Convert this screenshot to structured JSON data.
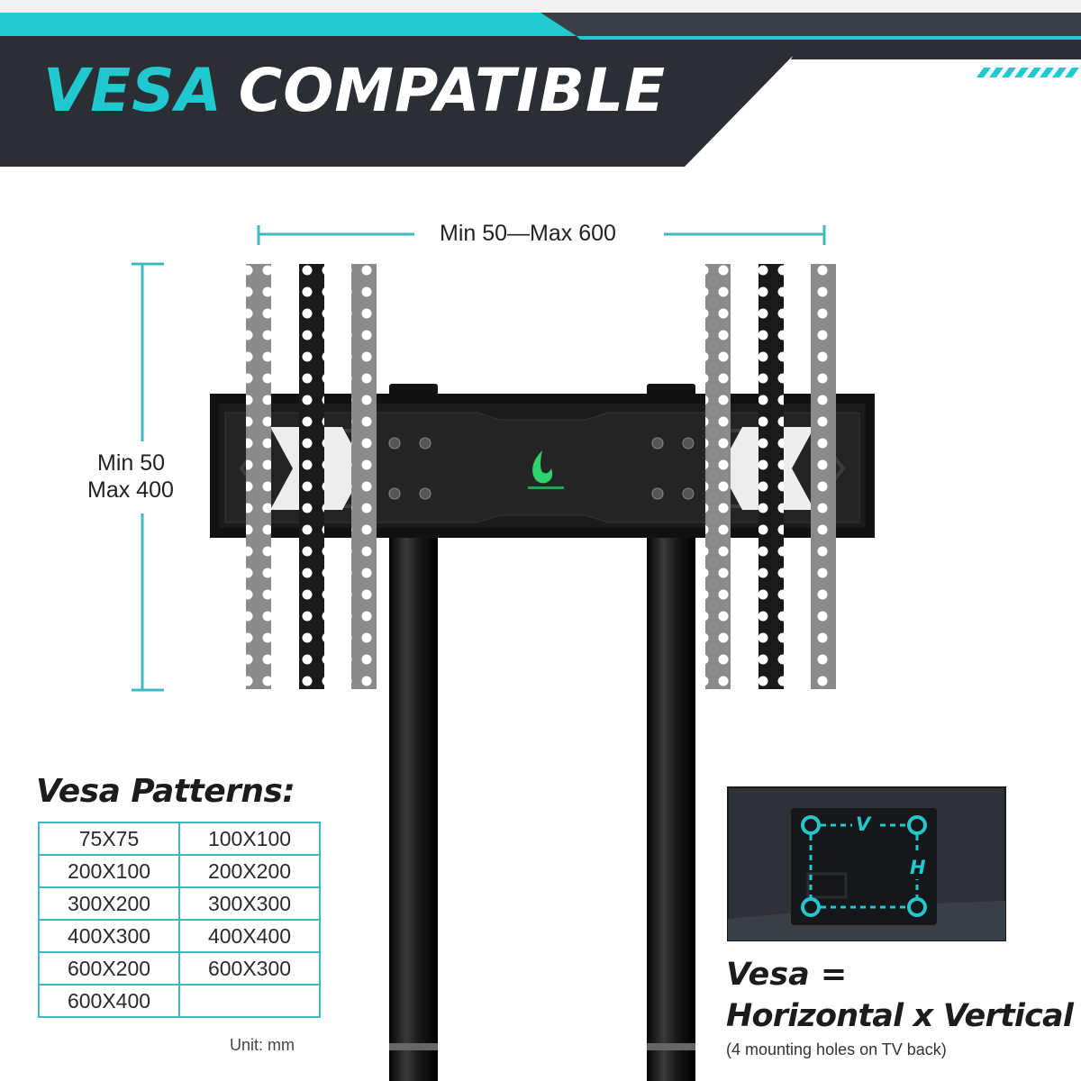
{
  "banner": {
    "title_word1": "VESA",
    "title_word2": "COMPATIBLE"
  },
  "dimensions": {
    "horizontal_label": "Min 50—Max 600",
    "vertical_min": "Min 50",
    "vertical_max": "Max 400"
  },
  "vesa_patterns": {
    "heading": "Vesa Patterns:",
    "rows": [
      [
        "75X75",
        "100X100"
      ],
      [
        "200X100",
        "200X200"
      ],
      [
        "300X200",
        "300X300"
      ],
      [
        "400X300",
        "400X400"
      ],
      [
        "600X200",
        "600X300"
      ],
      [
        "600X400",
        ""
      ]
    ],
    "unit": "Unit: mm"
  },
  "diagram": {
    "v_label": "V",
    "h_label": "H"
  },
  "equation": {
    "line1": "Vesa =",
    "line2": "Horizontal x Vertical",
    "note": "(4 mounting holes on TV back)"
  },
  "colors": {
    "accent": "#20c9cf",
    "banner_bg": "#2b2f34",
    "table_border": "#3fb8bf",
    "logo_green": "#2fd36a"
  }
}
